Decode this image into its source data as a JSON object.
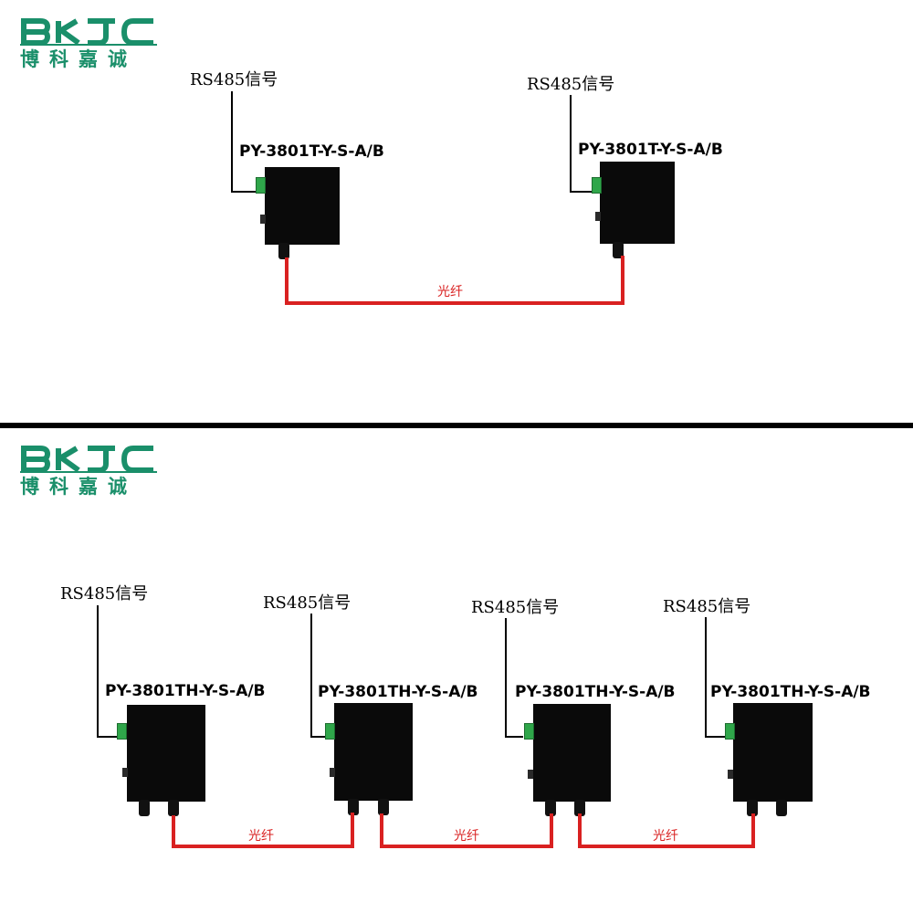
{
  "logo": {
    "letters": "BKJC",
    "chinese": "博科嘉诚",
    "color": "#1a8f6a"
  },
  "top": {
    "units": [
      {
        "signal": "RS485信号",
        "model": "PY-3801T-Y-S-A/B"
      },
      {
        "signal": "RS485信号",
        "model": "PY-3801T-Y-S-A/B"
      }
    ],
    "fibers": [
      "光纤"
    ]
  },
  "bottom": {
    "units": [
      {
        "signal": "RS485信号",
        "model": "PY-3801TH-Y-S-A/B"
      },
      {
        "signal": "RS485信号",
        "model": "PY-3801TH-Y-S-A/B"
      },
      {
        "signal": "RS485信号",
        "model": "PY-3801TH-Y-S-A/B"
      },
      {
        "signal": "RS485信号",
        "model": "PY-3801TH-Y-S-A/B"
      }
    ],
    "fibers": [
      "光纤",
      "光纤",
      "光纤"
    ]
  },
  "colors": {
    "fiber": "#d92121",
    "device": "#0a0a0a",
    "terminal": "#2fa64a",
    "divider": "#000000"
  }
}
